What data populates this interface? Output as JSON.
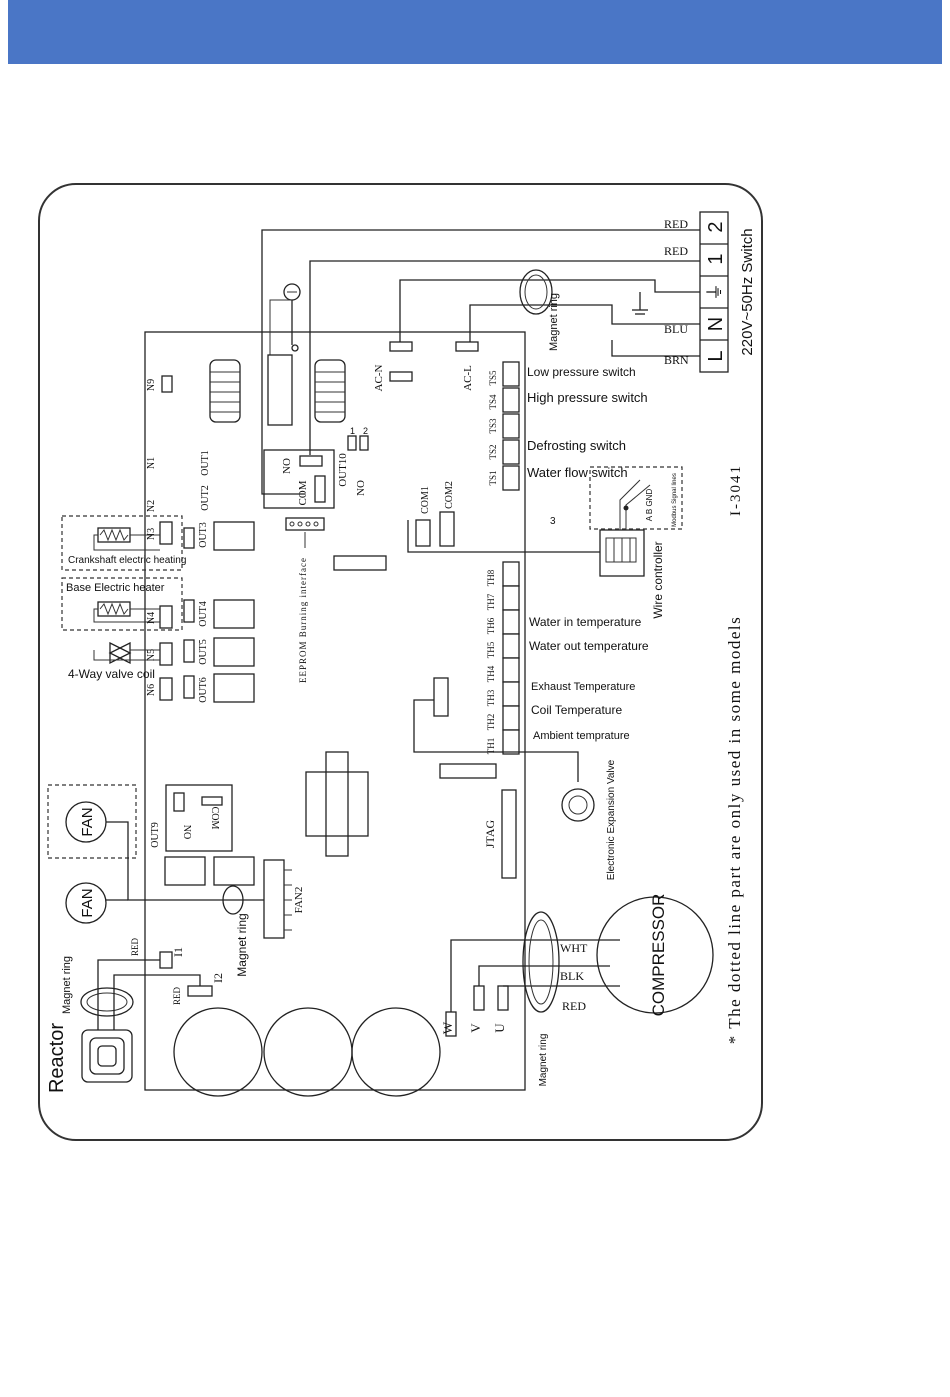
{
  "header": {
    "color": "#4a76c6"
  },
  "power": {
    "terminal_labels": [
      "L",
      "N",
      "⏚",
      "1",
      "2"
    ],
    "wire_labels": [
      "RED",
      "RED",
      "BLU",
      "BRN"
    ],
    "supply_label": "220V~50Hz Switch",
    "magnet_ring_top": "Magnet ring"
  },
  "board": {
    "acn": "AC-N",
    "acl": "AC-L",
    "relay_labels": [
      "NO",
      "COM",
      "OUT10",
      "NO"
    ],
    "relay_dip": [
      "1",
      "2"
    ],
    "com_labels": [
      "COM1",
      "COM2"
    ],
    "out_labels": [
      "N9",
      "N1",
      "OUT1",
      "OUT2",
      "N2",
      "N3",
      "OUT3",
      "N4",
      "OUT4",
      "N5",
      "OUT5",
      "N6",
      "OUT6"
    ],
    "eeprom": "EEPROM Burning interface",
    "jtag": "JTAG",
    "out9": "OUT9",
    "out9_no": "NO",
    "out9_com": "COM",
    "fan2": "FAN2"
  },
  "switches": [
    {
      "code": "TS5",
      "label": "Low  pressure  switch"
    },
    {
      "code": "TS4",
      "label": "High pressure switch"
    },
    {
      "code": "TS3",
      "label": ""
    },
    {
      "code": "TS2",
      "label": "Defrosting  switch"
    },
    {
      "code": "TS1",
      "label": "Water flow switch"
    }
  ],
  "sensors": [
    {
      "code": "TH8",
      "label": ""
    },
    {
      "code": "TH7",
      "label": ""
    },
    {
      "code": "TH6",
      "label": "Water in temperature"
    },
    {
      "code": "TH5",
      "label": "Water out temperature"
    },
    {
      "code": "TH4",
      "label": ""
    },
    {
      "code": "TH3",
      "label": "Exhaust Temperature"
    },
    {
      "code": "TH2",
      "label": "Coil Temperature"
    },
    {
      "code": "TH1",
      "label": "Ambient temprature"
    }
  ],
  "left_side": {
    "crankshaft": "Crankshaft electric heating",
    "base_heater": "Base Electric heater",
    "four_way": "4-Way valve coil",
    "fan_a": "FAN",
    "fan_b": "FAN",
    "magnet_ring_fan": "Magnet ring",
    "magnet_ring_reactor": "Magnet ring",
    "reactor": "Reactor",
    "i1": "I1",
    "i2": "I2",
    "red_a": "RED",
    "red_b": "RED"
  },
  "right_side": {
    "wire_controller": "Wire controller",
    "modbus": "Modbus Signal lines",
    "abgnd": "A B GND",
    "three": "3",
    "exp_valve": "Electronic Expansion Valve",
    "compressor": "COMPRESSOR",
    "comp_wires": [
      "WHT",
      "BLK",
      "RED"
    ],
    "uvw": [
      "W",
      "V",
      "U"
    ],
    "magnet_ring_comp": "Magnet ring",
    "model": "I-3041",
    "note": "* The dotted line part are only used in some models"
  }
}
